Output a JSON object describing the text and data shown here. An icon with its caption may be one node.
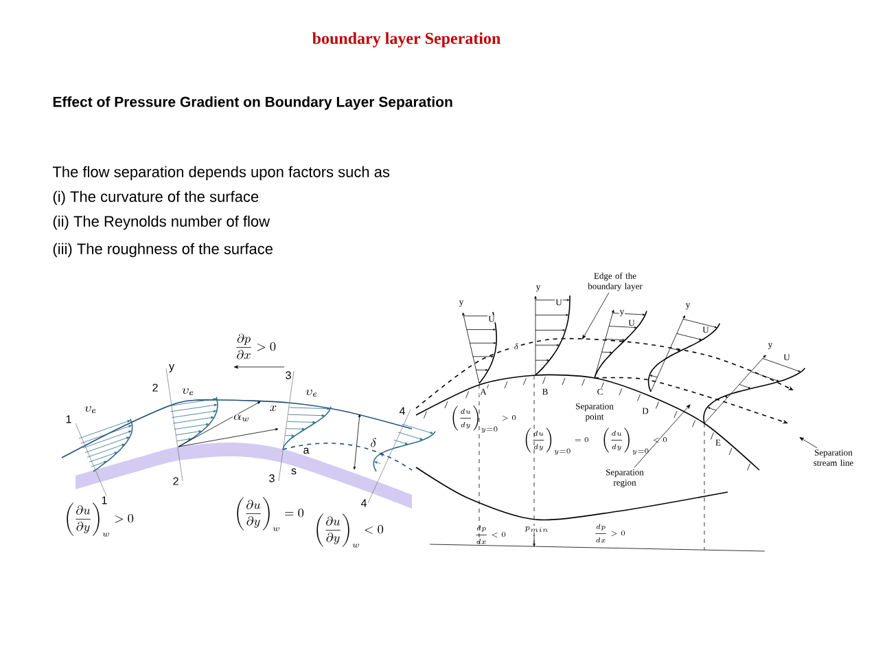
{
  "diagram": {
    "title": "boundary layer Seperation",
    "nodes": [
      {
        "text": [
          "Edge of the boundary layer"
        ]
      },
      {
        "text": [
          "Separation region"
        ]
      },
      {
        "text": [
          "Separation stream line"
        ]
      }
    ],
    "edges": [
      {
        "from": 0,
        "to": null,
        "arrow": "to"
      },
      {
        "from": 1,
        "to": null,
        "arrow": "to"
      },
      {
        "from": 2,
        "to": null,
        "arrow": "to"
      }
    ],
    "labels": [
      "Effect of Pressure Gradient on Boundary Layer Separation",
      "The flow separation depends upon factors such as",
      "(i) The curvature of the surface",
      "(ii) The Reynolds number of flow",
      "(iii) The roughness of the surface",
      "\\frac{\\partial p}{\\partial x}>0",
      "y",
      "3",
      "2",
      "\\upsilon_e",
      "\\upsilon_e",
      "1",
      "\\upsilon_e",
      "\\alpha_w",
      "x",
      "4",
      "a",
      "\\delta",
      "2",
      "3",
      "s",
      "1",
      "4",
      "\\left(\\frac{\\partial u}{\\partial y}\\right)_w>0",
      "\\left(\\frac{\\partial u}{\\partial y}\\right)_w=0",
      "\\left(\\frac{\\partial u}{\\partial y}\\right)_w<0",
      "y",
      "y",
      "y",
      "y",
      "U",
      "U",
      "U",
      "U",
      "\\delta",
      "y",
      "U",
      "A",
      "B",
      "C",
      "Separation point",
      "D",
      "\\left(\\frac{du}{dy}\\right)_{y=0}>0",
      "E",
      "\\left(\\frac{du}{dy}\\right)_{y=0}=0",
      "\\left(\\frac{du}{dy}\\right)_{y=0}<0",
      "p_{min}",
      "\\frac{dp}{dx}<0",
      "\\frac{dp}{dx}>0"
    ]
  }
}
